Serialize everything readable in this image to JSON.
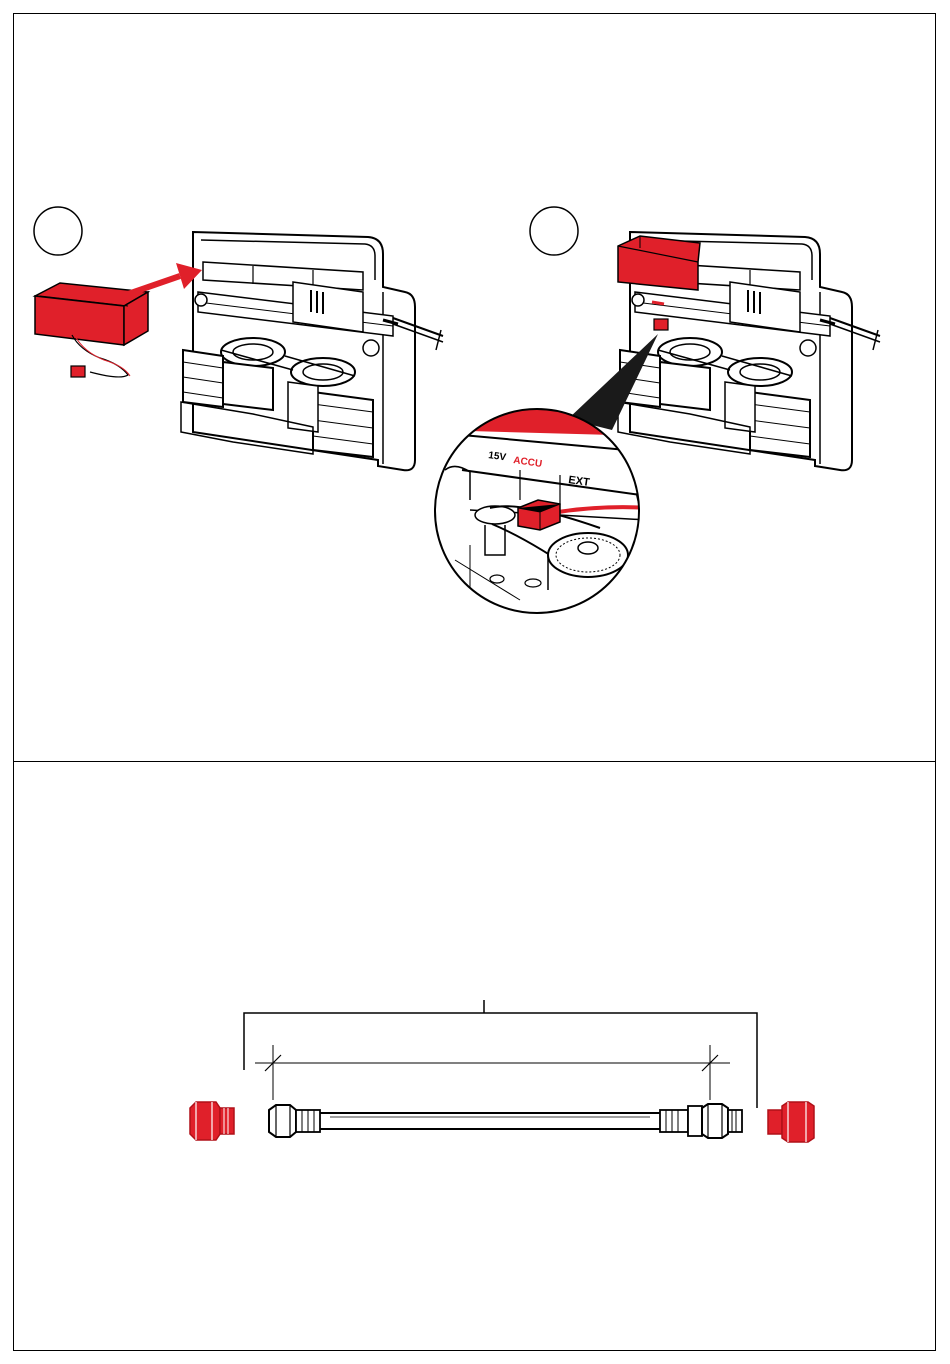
{
  "zoom_labels": {
    "port_15v": "15V",
    "port_accu": "ACCU",
    "port_ext": "EXT"
  },
  "colors": {
    "accent": "#e0202a",
    "line": "#000000",
    "background": "#ffffff"
  }
}
